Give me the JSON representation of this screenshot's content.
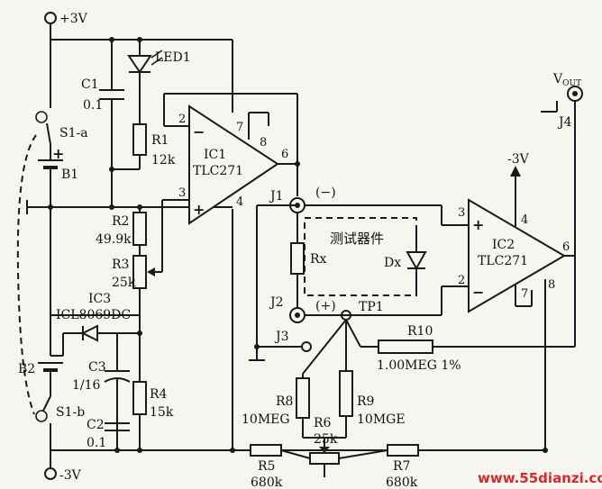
{
  "supply": {
    "pos": "+3V",
    "neg": "-3V",
    "neg_right": "-3V"
  },
  "labels": {
    "led1": "LED1",
    "c1": "C1",
    "c1_val": "0.1",
    "r1": "R1",
    "r1_val": "12k",
    "s1a": "S1-a",
    "b1": "B1",
    "b1_plus": "+",
    "r2": "R2",
    "r2_val": "49.9k",
    "r3": "R3",
    "r3_val": "25k",
    "ic1": "IC1",
    "ic1_part": "TLC271",
    "ic3": "IC3",
    "ic3_part": "ICL8069DC",
    "b2": "B2",
    "c3": "C3",
    "c3_val": "1/16",
    "r4": "R4",
    "r4_val": "15k",
    "s1b": "S1-b",
    "c2": "C2",
    "c2_val": "0.1",
    "j1": "J1",
    "j1_sign": "(−)",
    "j2": "J2",
    "j2_sign": "(+)",
    "j3": "J3",
    "tp1": "TP1",
    "rx": "Rx",
    "dut": "测试器件",
    "dx": "Dx",
    "ic2": "IC2",
    "ic2_part": "TLC271",
    "vout": "V",
    "vout_sub": "OUT",
    "j4": "J4",
    "r10": "R10",
    "r10_val": "1.00MEG 1%",
    "r8": "R8",
    "r8_val": "10MEG",
    "r9": "R9",
    "r9_val": "10MGE",
    "r6": "R6",
    "r6_val": "25k",
    "r5": "R5",
    "r5_val": "680k",
    "r7": "R7",
    "r7_val": "680k",
    "pin2": "2",
    "pin3": "3",
    "pin4": "4",
    "pin6": "6",
    "pin7": "7",
    "pin8": "8",
    "plus": "+",
    "minus": "−"
  },
  "watermark": "www.55dianzi.com"
}
